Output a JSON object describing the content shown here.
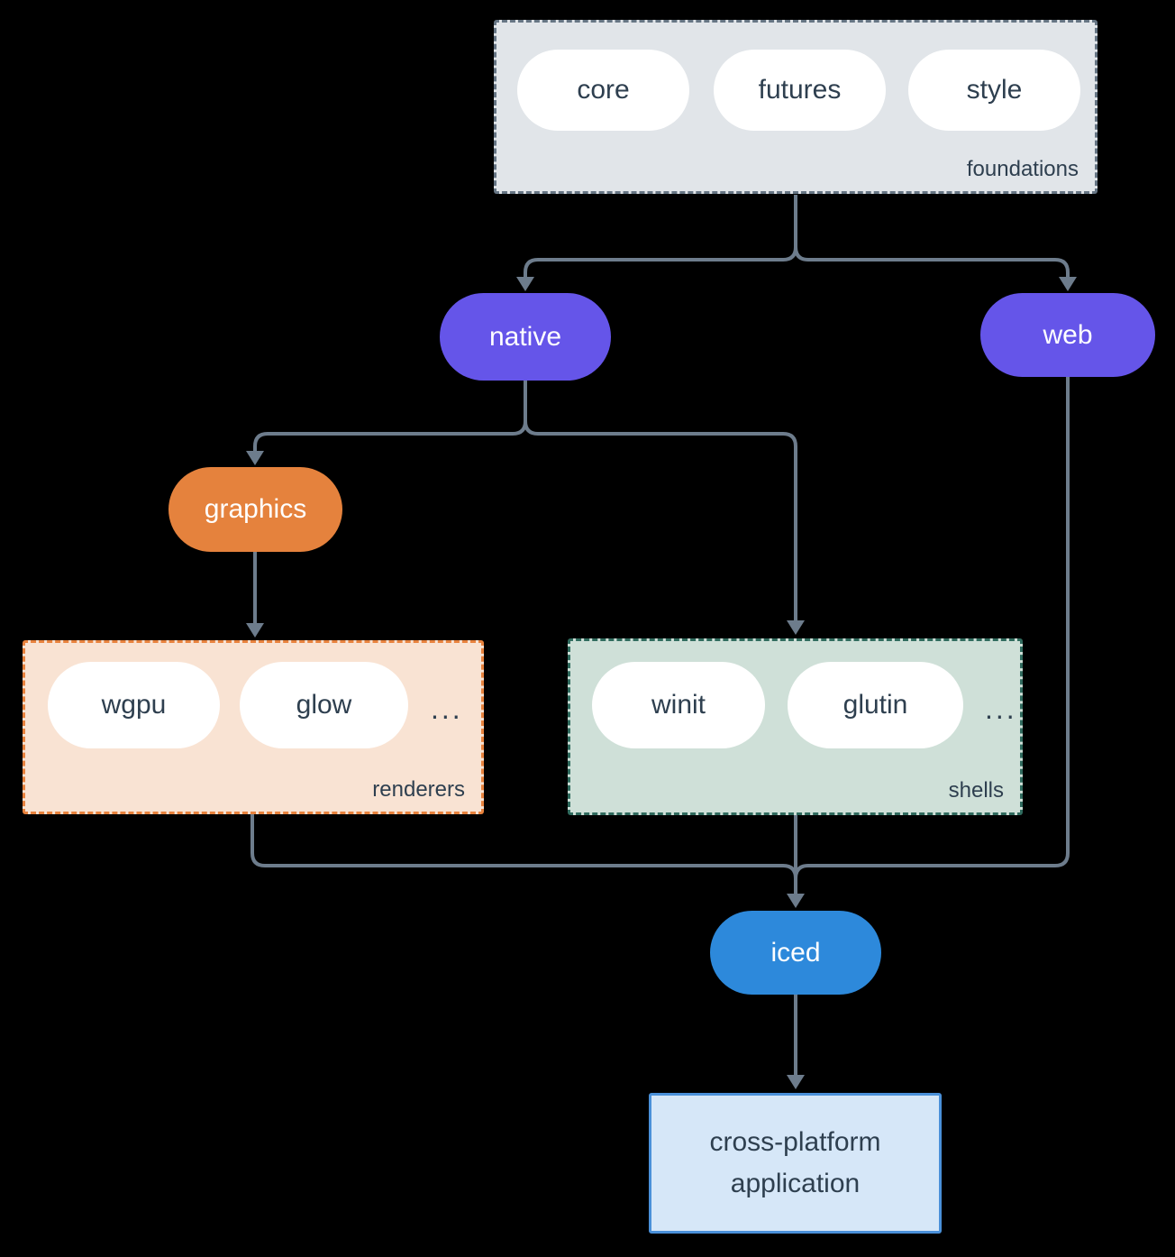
{
  "background": "#000000",
  "edge_color": "#6d7c8c",
  "text_dark": "#2e3f4f",
  "groups": {
    "foundations": {
      "label": "foundations",
      "fill": "#e1e5e9",
      "border": "#667584",
      "pills": [
        "core",
        "futures",
        "style"
      ]
    },
    "renderers": {
      "label": "renderers",
      "fill": "#f9e3d3",
      "border": "#e8823d",
      "pills": [
        "wgpu",
        "glow"
      ],
      "more": "..."
    },
    "shells": {
      "label": "shells",
      "fill": "#cfe0d8",
      "border": "#306b5e",
      "pills": [
        "winit",
        "glutin"
      ],
      "more": "..."
    }
  },
  "nodes": {
    "native": {
      "label": "native",
      "fill": "#6555e9",
      "text": "#ffffff"
    },
    "web": {
      "label": "web",
      "fill": "#6555e9",
      "text": "#ffffff"
    },
    "graphics": {
      "label": "graphics",
      "fill": "#e5823d",
      "text": "#ffffff"
    },
    "iced": {
      "label": "iced",
      "fill": "#2d89db",
      "text": "#ffffff"
    },
    "application": {
      "label": "cross-platform application",
      "fill": "#d6e7f8",
      "border": "#4a90d9"
    }
  }
}
